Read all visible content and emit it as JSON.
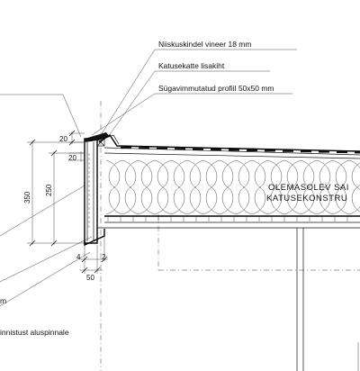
{
  "labels": {
    "niiskuskindel": "Niiskuskindel vineer 18 mm",
    "katusekatte": "Katusekatte lisakiht",
    "sugavimmutatud": "Sügavimmutatud profiil 50x50 mm",
    "mm": "m",
    "kinnistus": "innistust aluspinnale"
  },
  "existing": {
    "line1": "OLEMASOLEV  SAI",
    "line2": "KATUSEKONSTRU"
  },
  "dimensions": {
    "d20_top": "20",
    "d20_mid": "20",
    "d350": "350",
    "d250": "250",
    "d4": "4",
    "d2": "2",
    "d50": "50"
  }
}
